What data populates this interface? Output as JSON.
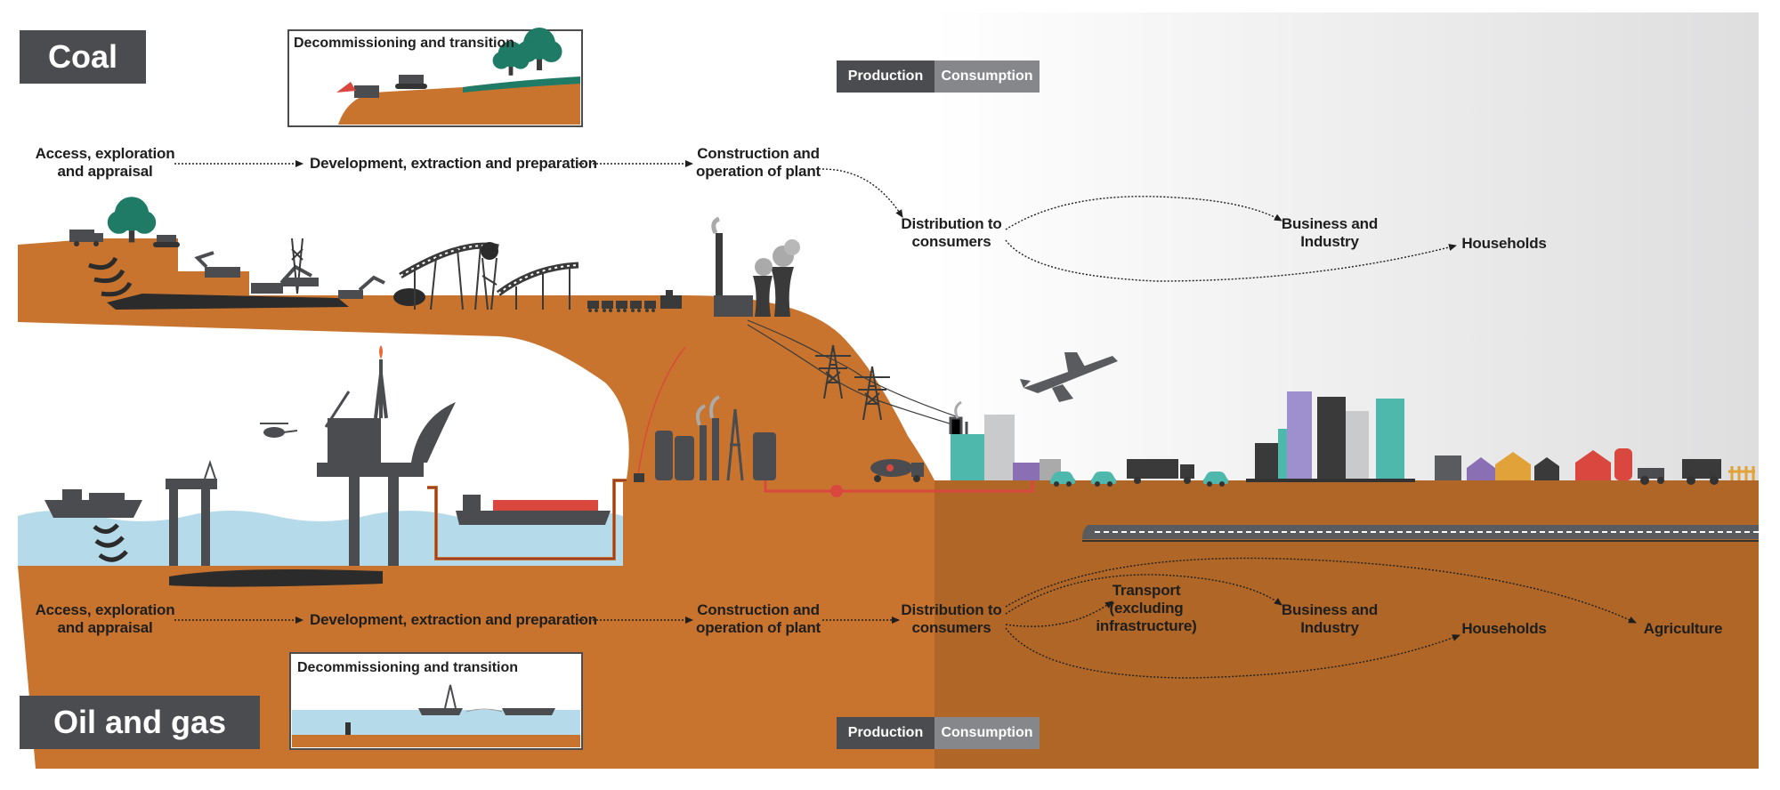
{
  "sections": {
    "coal": {
      "title": "Coal"
    },
    "oil_gas": {
      "title": "Oil and gas"
    }
  },
  "insets": {
    "coal_decommissioning": "Decommissioning and transition",
    "oilgas_decommissioning": "Decommissioning and transition"
  },
  "phase_tags": {
    "top": {
      "production": "Production",
      "consumption": "Consumption"
    },
    "bottom": {
      "production": "Production",
      "consumption": "Consumption"
    }
  },
  "coal_chain": {
    "access": [
      "Access, exploration",
      "and appraisal"
    ],
    "development": "Development, extraction and preparation",
    "construction": [
      "Construction and",
      "operation of plant"
    ],
    "distribution": [
      "Distribution to",
      "consumers"
    ],
    "business": [
      "Business and",
      "Industry"
    ],
    "households": "Households"
  },
  "oilgas_chain": {
    "access": [
      "Access, exploration",
      "and appraisal"
    ],
    "development": "Development, extraction and preparation",
    "construction": [
      "Construction and",
      "operation of plant"
    ],
    "distribution": [
      "Distribution to",
      "consumers"
    ],
    "transport": [
      "Transport",
      "(excluding",
      "infrastructure)"
    ],
    "business": [
      "Business and",
      "Industry"
    ],
    "households": "Households",
    "agriculture": "Agriculture"
  },
  "colors": {
    "earth": "#c8742e",
    "earth_dark": "#a86224",
    "water": "#b5dbea",
    "dark_grey": "#4b4c50",
    "mid_grey": "#85878b",
    "teal": "#4fb8ad",
    "tree_green": "#1f7a66",
    "red": "#d9473f"
  },
  "icons": [
    "truck-icon",
    "tree-icon",
    "excavator-icon",
    "bulldozer-icon",
    "drill-rig-icon",
    "conveyor-icon",
    "headframe-icon",
    "coal-train-icon",
    "power-plant-icon",
    "cooling-tower-icon",
    "pylon-icon",
    "airplane-icon",
    "helicopter-icon",
    "ship-icon",
    "oil-platform-icon",
    "refinery-icon",
    "tanker-truck-icon",
    "city-icon",
    "houses-icon",
    "barn-icon",
    "tractor-icon",
    "combine-harvester-icon",
    "train-icon",
    "car-icon",
    "lorry-icon"
  ]
}
